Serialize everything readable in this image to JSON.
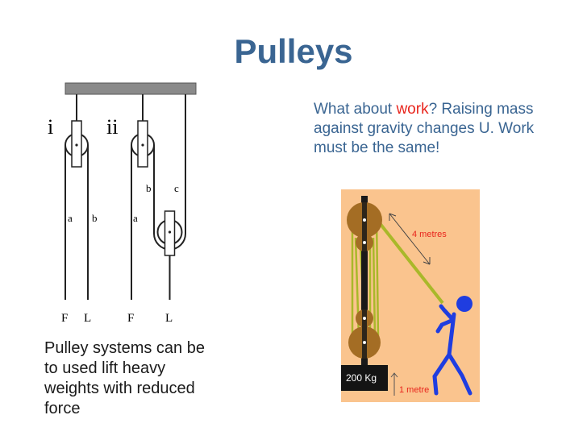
{
  "slide": {
    "title": "Pulleys"
  },
  "work_note": {
    "part1": "What about ",
    "highlight": "work",
    "part2": "? Raising mass against gravity changes U. Work must be the same!",
    "highlight_color": "#e8251d",
    "text_color": "#3a6592"
  },
  "caption": "Pulley systems can be to used lift heavy weights with reduced force",
  "pulley_diagram": {
    "system_labels": [
      "i",
      "ii"
    ],
    "rope_labels_i": [
      "a",
      "b"
    ],
    "rope_labels_ii": [
      "b",
      "a",
      "c"
    ],
    "bottom_labels_i": [
      "F",
      "L"
    ],
    "bottom_labels_ii": [
      "F",
      "L"
    ]
  },
  "photo": {
    "background_color": "#fac48e",
    "rope_color": "#a9b82a",
    "person_color": "#1f3de0",
    "distance_label": "4 metres",
    "mass_label": "200 Kg",
    "lift_label": "1 metre"
  }
}
